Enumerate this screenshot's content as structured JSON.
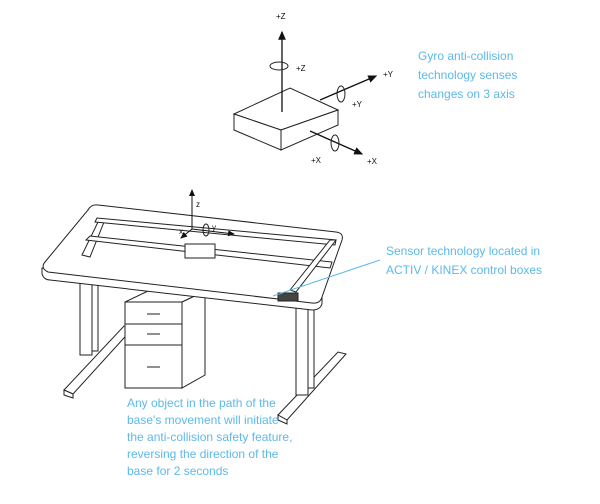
{
  "gyro_diagram": {
    "axis_labels": {
      "z_top": "+Z",
      "z_rot": "+Z",
      "y_axis": "+Y",
      "y_rot": "+Y",
      "x_rot": "+X",
      "x_axis": "+X"
    },
    "caption": [
      "Gyro anti-collision",
      "technology senses",
      "changes on 3 axis"
    ]
  },
  "desk_diagram": {
    "axis_labels": {
      "z": "z",
      "x": "x",
      "y": "y"
    },
    "sensor_caption": [
      "Sensor technology located in",
      "ACTIV / KINEX control boxes"
    ],
    "collision_caption": [
      "Any object in the path of the",
      "base's movement will initiate",
      "the anti-collision safety feature,",
      "reversing the direction of the",
      "base for 2 seconds"
    ]
  },
  "colors": {
    "caption": "#5cb9ea",
    "line": "#222222"
  }
}
